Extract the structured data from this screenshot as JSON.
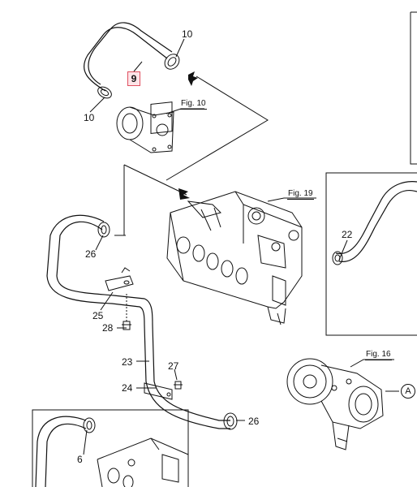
{
  "callouts": {
    "c10_top": "10",
    "c10_left": "10",
    "c9": "9",
    "c26_top": "26",
    "c25": "25",
    "c28": "28",
    "c23": "23",
    "c27": "27",
    "c24": "24",
    "c26_bottom": "26",
    "c6": "6",
    "c22": "22"
  },
  "fig_refs": {
    "fig10": "Fig. 10",
    "fig19": "Fig. 19",
    "fig16": "Fig. 16"
  },
  "marker_a": "A",
  "colors": {
    "line": "#111111",
    "highlight_border": "#e05060",
    "highlight_fill": "#fde4e8"
  }
}
